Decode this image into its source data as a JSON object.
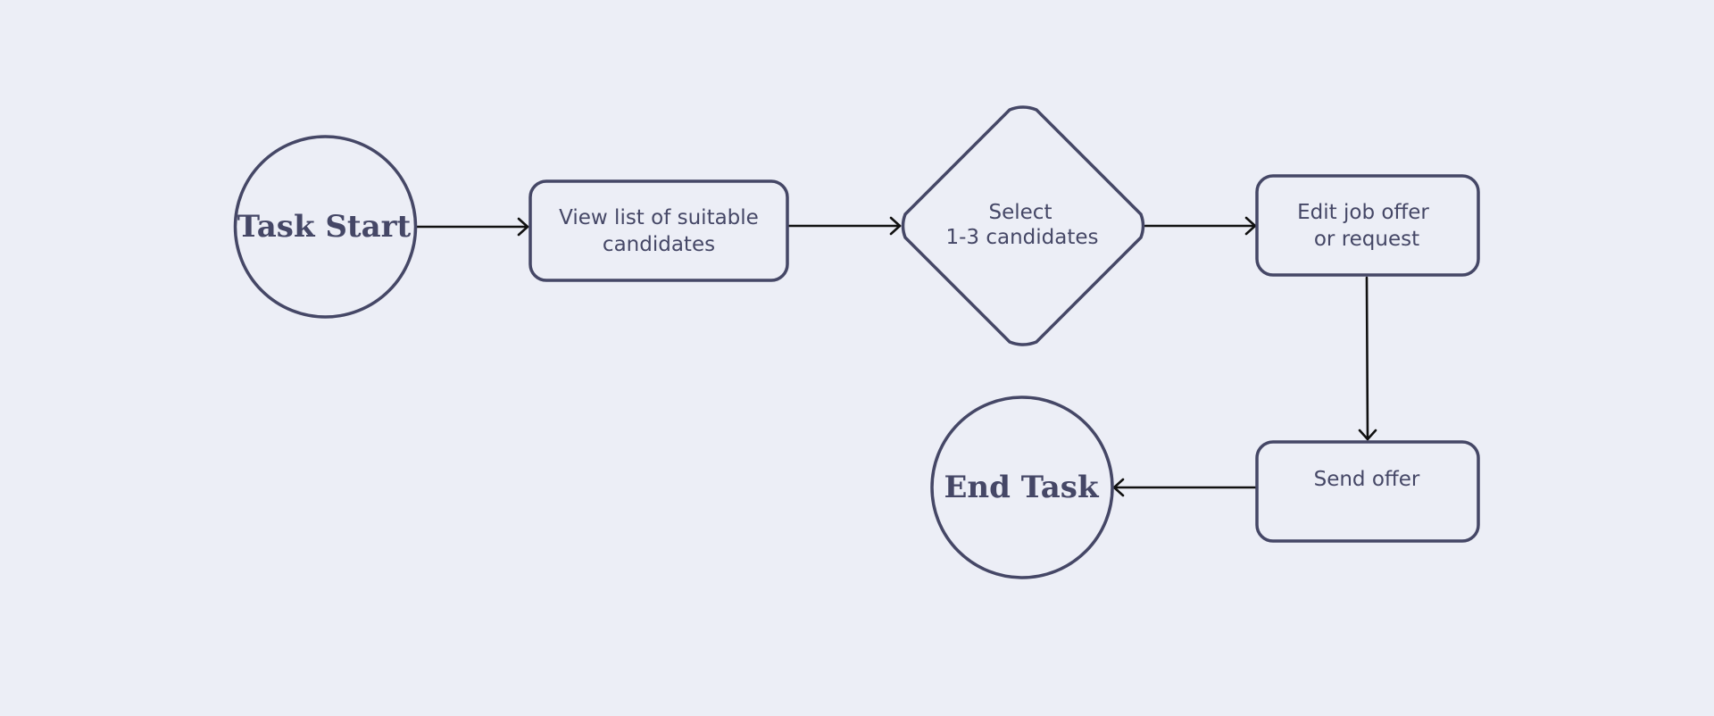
{
  "colors": {
    "background": "#eceef6",
    "node_stroke": "#454766",
    "node_text": "#454766",
    "edge": "#111111"
  },
  "nodes": {
    "task_start": {
      "shape": "circle",
      "label": "Task Start"
    },
    "view_list": {
      "shape": "rounded-rectangle",
      "line1": "View list of suitable",
      "line2": "candidates"
    },
    "select_candidates": {
      "shape": "diamond",
      "line1": "Select",
      "line2": "1-3 candidates"
    },
    "edit_offer": {
      "shape": "rounded-rectangle",
      "line1": "Edit job offer",
      "line2": "or request"
    },
    "send_offer": {
      "shape": "rounded-rectangle",
      "label": "Send offer"
    },
    "end_task": {
      "shape": "circle",
      "label": "End Task"
    }
  },
  "edges": [
    {
      "from": "task_start",
      "to": "view_list"
    },
    {
      "from": "view_list",
      "to": "select_candidates"
    },
    {
      "from": "select_candidates",
      "to": "edit_offer"
    },
    {
      "from": "edit_offer",
      "to": "send_offer"
    },
    {
      "from": "send_offer",
      "to": "end_task"
    }
  ]
}
